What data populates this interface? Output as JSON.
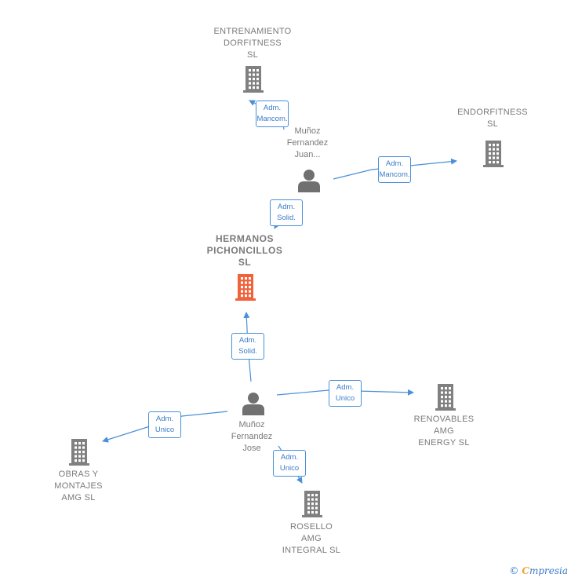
{
  "colors": {
    "edge": "#4a90d9",
    "building": "#808080",
    "main_building": "#f0623a",
    "person": "#707070"
  },
  "nodes": [
    {
      "id": "hermanos",
      "kind": "company-main",
      "label": "HERMANOS\nPICHONCILLOS\nSL",
      "icon": "building-icon"
    },
    {
      "id": "entrenamiento",
      "kind": "company",
      "label": "ENTRENAMIENTO\nDORFITNESS\nSL",
      "icon": "building-icon"
    },
    {
      "id": "endorfitness",
      "kind": "company",
      "label": "ENDORFITNESS\nSL",
      "icon": "building-icon"
    },
    {
      "id": "juan",
      "kind": "person",
      "label": "Muñoz\nFernandez\nJuan...",
      "icon": "person-icon"
    },
    {
      "id": "jose",
      "kind": "person",
      "label": "Muñoz\nFernandez\nJose",
      "icon": "person-icon"
    },
    {
      "id": "renovables",
      "kind": "company",
      "label": "RENOVABLES\nAMG\nENERGY SL",
      "icon": "building-icon"
    },
    {
      "id": "obras",
      "kind": "company",
      "label": "OBRAS Y\nMONTAJES\nAMG SL",
      "icon": "building-icon"
    },
    {
      "id": "rosello",
      "kind": "company",
      "label": "ROSELLO\nAMG\nINTEGRAL SL",
      "icon": "building-icon"
    }
  ],
  "edges": [
    {
      "from": "juan",
      "to": "entrenamiento",
      "label": "Adm.\nMancom."
    },
    {
      "from": "juan",
      "to": "endorfitness",
      "label": "Adm.\nMancom."
    },
    {
      "from": "juan",
      "to": "hermanos",
      "label": "Adm.\nSolid."
    },
    {
      "from": "jose",
      "to": "hermanos",
      "label": "Adm.\nSolid."
    },
    {
      "from": "jose",
      "to": "renovables",
      "label": "Adm.\nUnico"
    },
    {
      "from": "jose",
      "to": "obras",
      "label": "Adm.\nUnico"
    },
    {
      "from": "jose",
      "to": "rosello",
      "label": "Adm.\nUnico"
    }
  ],
  "footer": {
    "copyright": "©",
    "brand_initial": "C",
    "brand_rest": "mpresia"
  }
}
